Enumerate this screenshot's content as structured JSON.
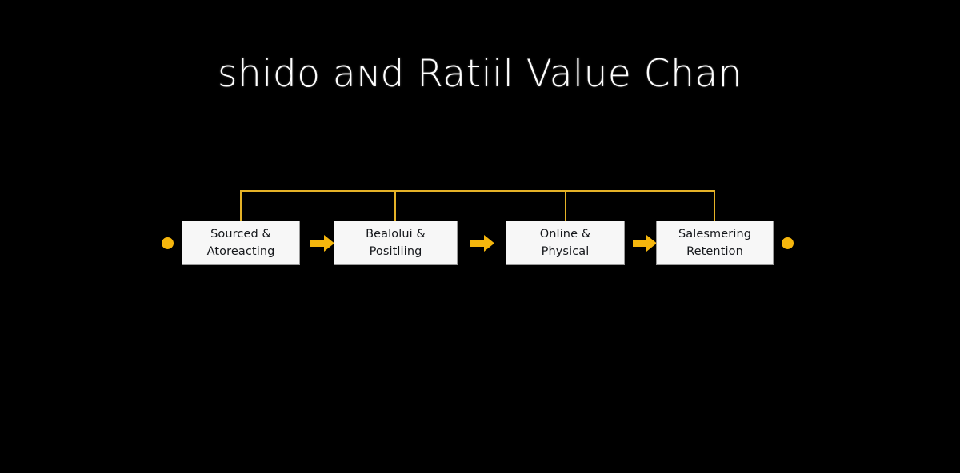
{
  "page": {
    "background_color": "#000000",
    "title": "shido aɴd Ratiil Value Chan"
  },
  "theme": {
    "accent_gold": "#f5b60d",
    "connector_gold": "#e5b227",
    "node_fill": "#f7f7f7",
    "node_border": "#9a9a9a",
    "node_text": "#16181c",
    "title_text": "#ffffff"
  },
  "diagram": {
    "type": "flowchart",
    "orientation": "left-to-right",
    "start_marker": "start-dot",
    "end_marker": "end-dot",
    "connector_style": "bracket-with-drops",
    "nodes": [
      {
        "id": "node-1",
        "line1": "Sourced &",
        "line2": "Atoreacting"
      },
      {
        "id": "node-2",
        "line1": "Bealolui &",
        "line2": "Positliing"
      },
      {
        "id": "node-3",
        "line1": "Online &",
        "line2": "Physical"
      },
      {
        "id": "node-4",
        "line1": "Salesmering",
        "line2": "Retention"
      }
    ],
    "arrows": [
      {
        "id": "arrow-1",
        "from": "node-1",
        "to": "node-2",
        "glyph": "right-arrow-icon"
      },
      {
        "id": "arrow-2",
        "from": "node-2",
        "to": "node-3",
        "glyph": "right-arrow-icon"
      },
      {
        "id": "arrow-3",
        "from": "node-3",
        "to": "node-4",
        "glyph": "right-arrow-icon"
      }
    ]
  }
}
